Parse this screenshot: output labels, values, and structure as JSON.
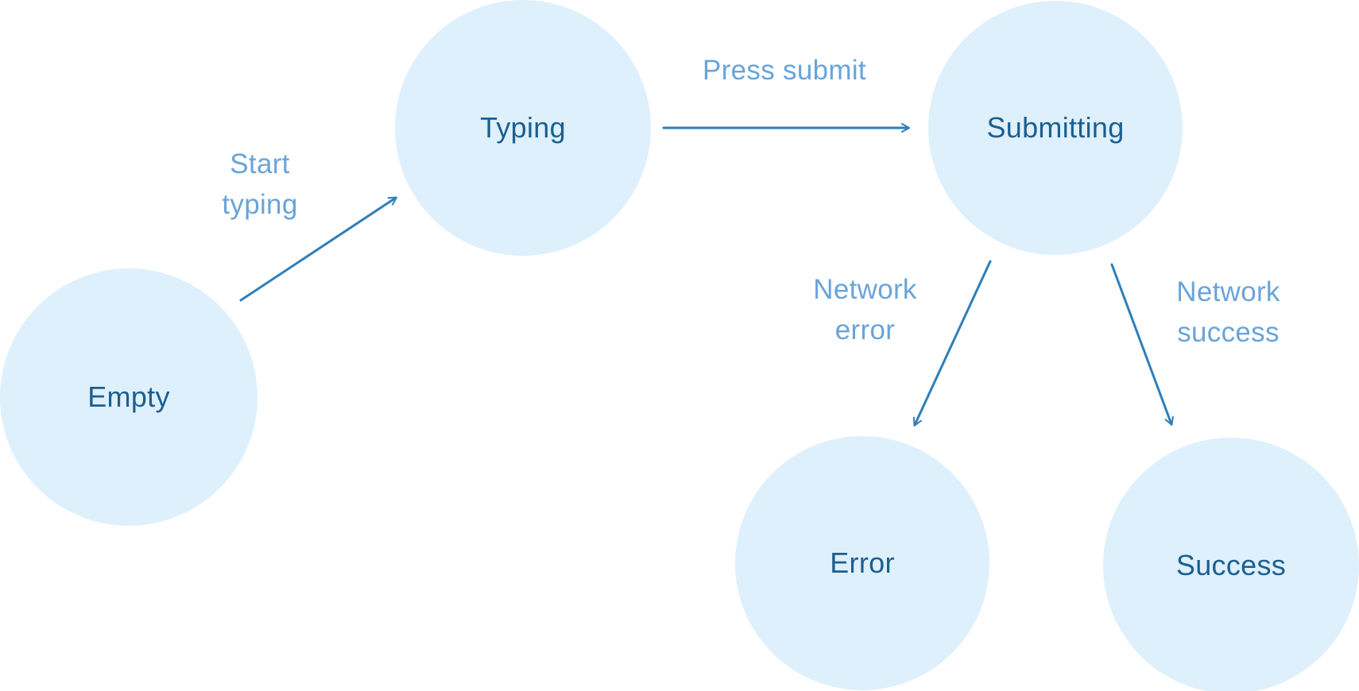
{
  "diagram": {
    "type": "state-machine",
    "nodes": [
      {
        "id": "empty",
        "label": "Empty"
      },
      {
        "id": "typing",
        "label": "Typing"
      },
      {
        "id": "submitting",
        "label": "Submitting"
      },
      {
        "id": "error",
        "label": "Error"
      },
      {
        "id": "success",
        "label": "Success"
      }
    ],
    "edges": [
      {
        "from": "empty",
        "to": "typing",
        "label": "Start typing"
      },
      {
        "from": "typing",
        "to": "submitting",
        "label": "Press submit"
      },
      {
        "from": "submitting",
        "to": "error",
        "label": "Network error"
      },
      {
        "from": "submitting",
        "to": "success",
        "label": "Network success"
      }
    ]
  },
  "colors": {
    "node_fill": "#def0fc",
    "node_text": "#1c5f90",
    "arrow": "#2e7fb8",
    "edge_label": "#6aa4d8",
    "background": "#ffffff"
  }
}
